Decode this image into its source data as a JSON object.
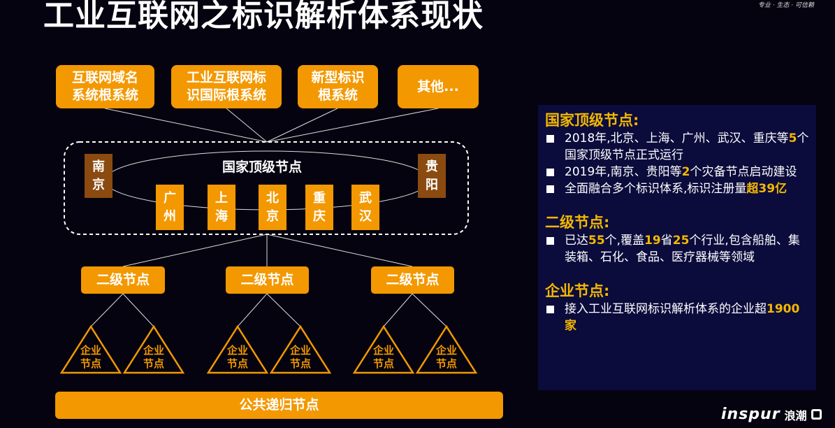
{
  "title": "工业互联网之标识解析体系现状",
  "tagline": "专业 · 生态 · 可信赖",
  "root_systems": [
    [
      "互联网域名",
      "系统根系统"
    ],
    [
      "工业互联网标",
      "识国际根系统"
    ],
    [
      "新型标识",
      "根系统"
    ],
    [
      "其他..."
    ]
  ],
  "national_label": "国家顶级节点",
  "backup_nodes": [
    [
      "南",
      "京"
    ],
    [
      "贵",
      "阳"
    ]
  ],
  "top_nodes": [
    [
      "广",
      "州"
    ],
    [
      "上",
      "海"
    ],
    [
      "北",
      "京"
    ],
    [
      "重",
      "庆"
    ],
    [
      "武",
      "汉"
    ]
  ],
  "secondary_label": "二级节点",
  "enterprise_label": [
    "企业",
    "节点"
  ],
  "public_label": "公共递归节点",
  "panel": {
    "h1": "国家顶级节点:",
    "b1": [
      "2018年,北京、上海、广州、武汉、重庆等",
      "5",
      "个国家顶级节点正式运行"
    ],
    "b2": [
      "2019年,南京、贵阳等",
      "2",
      "个灾备节点启动建设"
    ],
    "b3": [
      "全面融合多个标识体系,标识注册量",
      "超39亿"
    ],
    "h2": "二级节点:",
    "b4": [
      "已达",
      "55",
      "个,覆盖",
      "19",
      "省",
      "25",
      "个行业,包含船舶、集装箱、石化、食品、医疗器械等领域"
    ],
    "h3": "企业节点:",
    "b5": [
      "接入工业互联网标识解析体系的企业超",
      "1900家"
    ]
  },
  "logo": {
    "brand": "inspur",
    "cn": "浪潮"
  }
}
